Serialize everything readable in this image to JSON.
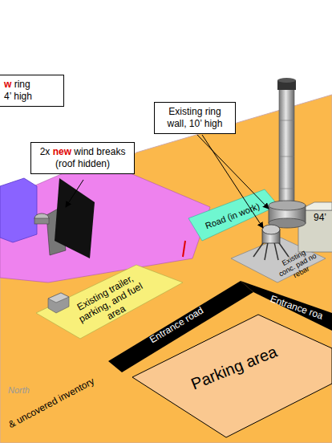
{
  "diagram": {
    "nodes": [
      {
        "text": [
          "w",
          "ring",
          "4’ high"
        ]
      },
      {
        "text": [
          "2x",
          "new",
          "wind breaks",
          "(roof hidden)"
        ]
      },
      {
        "text": [
          "Existing ring wall, 10’ high"
        ]
      },
      {
        "text": [
          "94’"
        ]
      },
      {
        "text": [
          "Road (in work)"
        ]
      },
      {
        "text": [
          "Existing conc. pad no rebar"
        ]
      },
      {
        "text": [
          "Existing trailer, parking, and fuel area"
        ]
      },
      {
        "text": [
          "& uncovered inventory"
        ]
      },
      {
        "text": [
          "Entrance road"
        ]
      },
      {
        "text": [
          "Entrance roa"
        ]
      },
      {
        "text": [
          "Parking area"
        ]
      }
    ],
    "labels": [
      "North"
    ]
  }
}
